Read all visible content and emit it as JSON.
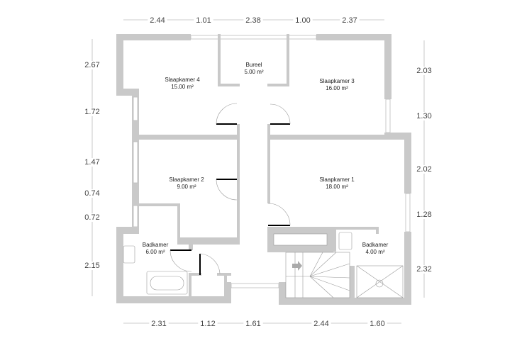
{
  "colors": {
    "wall": "#c9c9c9",
    "text": "#444444"
  },
  "rooms": [
    {
      "name": "Slaapkamer 4",
      "area": "15.00 m²"
    },
    {
      "name": "Bureel",
      "area": "5.00 m²"
    },
    {
      "name": "Slaapkamer 3",
      "area": "16.00 m²"
    },
    {
      "name": "Slaapkamer 2",
      "area": "9.00 m²"
    },
    {
      "name": "Slaapkamer 1",
      "area": "18.00 m²"
    },
    {
      "name": "Badkamer",
      "area": "6.00 m²"
    },
    {
      "name": "Badkamer",
      "area": "4.00 m²"
    }
  ],
  "dimensions": {
    "top": [
      "2.44",
      "1.01",
      "2.38",
      "1.00",
      "2.37"
    ],
    "bottom": [
      "2.31",
      "1.12",
      "1.61",
      "2.44",
      "1.60"
    ],
    "left": [
      "2.67",
      "1.72",
      "1.47",
      "0.74",
      "0.72",
      "2.15"
    ],
    "right": [
      "2.03",
      "1.30",
      "2.02",
      "1.28",
      "2.32"
    ]
  }
}
